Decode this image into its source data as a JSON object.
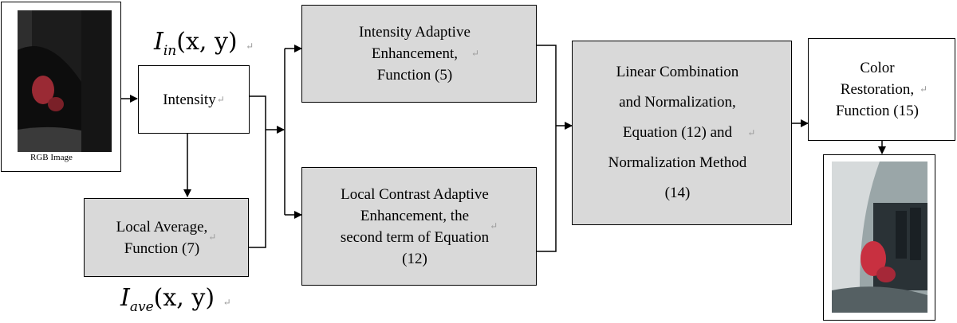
{
  "input": {
    "caption": "RGB Image"
  },
  "formulas": {
    "i_in": {
      "base": "I",
      "sub": "in",
      "args": "(x, y)"
    },
    "i_ave": {
      "base": "I",
      "sub": "ave",
      "args": "(x, y)"
    },
    "return_mark": "↵"
  },
  "boxes": {
    "intensity": "Intensity",
    "local_average": "Local Average,\nFunction (7)",
    "intensity_adaptive": "Intensity Adaptive\nEnhancement,\nFunction (5)",
    "local_contrast": "Local Contrast Adaptive\nEnhancement, the\nsecond term of Equation\n(12)",
    "linear_combination": "Linear Combination\nand Normalization,\nEquation (12) and\nNormalization Method\n(14)",
    "color_restoration": "Color\nRestoration,\nFunction (15)"
  },
  "colors": {
    "box_fill": "#d9d9d9",
    "line": "#000000"
  }
}
